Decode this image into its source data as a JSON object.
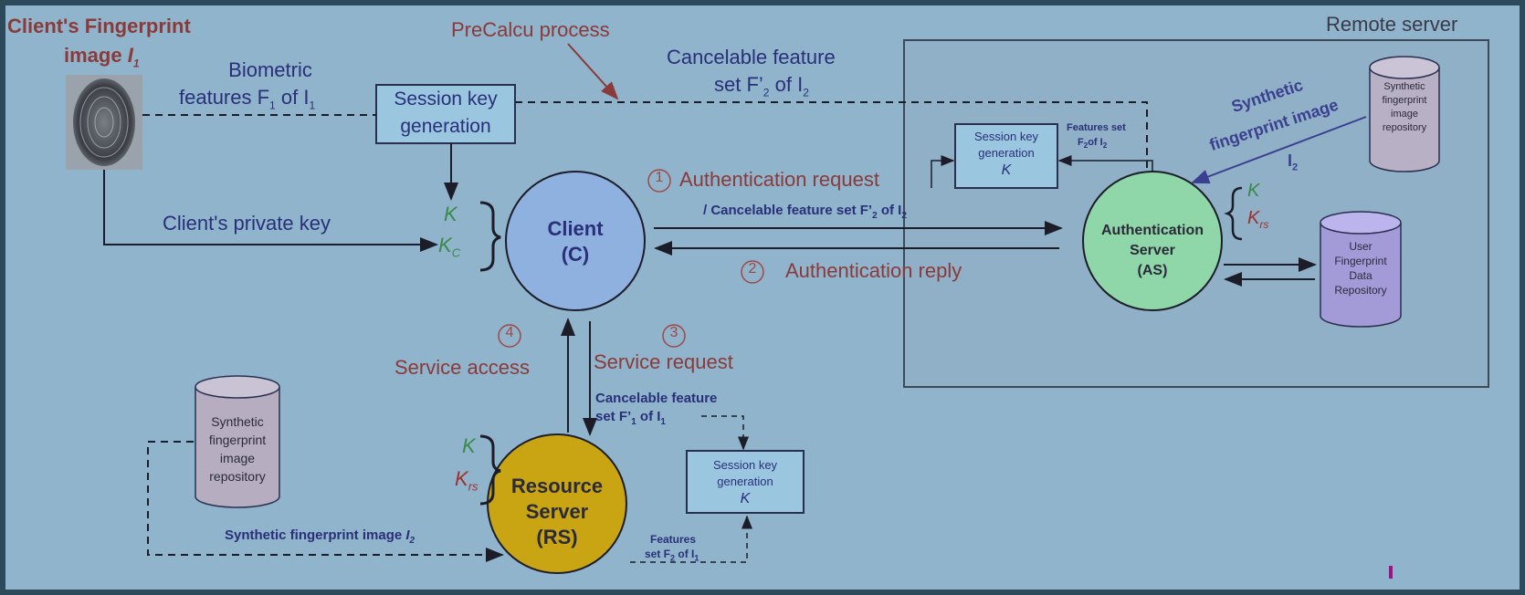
{
  "colors": {
    "background": "#8fb4cb",
    "frame": "#2d4a5a",
    "title_red": "#8b3a3a",
    "navy": "#2a2f7a",
    "green_key": "#3a8a4a",
    "red_key": "#a03030",
    "client_fill": "#8fb1df",
    "as_fill": "#8fd6a8",
    "rs_fill": "#c9a514",
    "box_fill": "#9ac6e0"
  },
  "labels": {
    "client_fp_line1": "Client's Fingerprint",
    "client_fp_line2": "image",
    "client_fp_var": "I",
    "client_fp_sub": "1",
    "precalcu": "PreCalcu process",
    "biometric_line1": "Biometric",
    "biometric_line2": "features F",
    "biometric_line2b": "of I",
    "sub1": "1",
    "cancelable_top_line1": "Cancelable feature",
    "cancelable_top_line2": "set F’",
    "cancelable_top_line2b": "of I",
    "sub2": "2",
    "remote_server": "Remote server",
    "session_key_main_1": "Session key",
    "session_key_main_2": "generation",
    "session_key_as_1": "Session key",
    "session_key_as_2": "generation",
    "session_key_as_k": "K",
    "features_set_as_1": "Features set",
    "features_set_as_2": "F",
    "features_set_as_2b": "of I",
    "synthetic_fp_as_1": "Synthetic",
    "synthetic_fp_as_2": "fingerprint image",
    "synthetic_fp_as_i": "I",
    "syn_repo_as": [
      "Synthetic",
      "fingerprint",
      "image",
      "repository"
    ],
    "user_repo": [
      "User",
      "Fingerprint",
      "Data",
      "Repository"
    ],
    "step1_num": "1",
    "step1_text": "Authentication request",
    "step1_sub": "/ Cancelable feature set F’",
    "step1_sub_b": "of I",
    "step2_num": "2",
    "step2_text": "Authentication reply",
    "step3_num": "3",
    "step3_text": "Service request",
    "step4_num": "4",
    "step4_text": "Service access",
    "client_key": "Client's private key",
    "k": "K",
    "kc": "K",
    "kc_sub": "C",
    "krs": "K",
    "krs_sub": "rs",
    "client_line1": "Client",
    "client_line2": "(C)",
    "as_line1": "Authentication",
    "as_line2": "Server",
    "as_line3": "(AS)",
    "rs_line1": "Resource",
    "rs_line2": "Server",
    "rs_line3": "(RS)",
    "cancelable_rs_1": "Cancelable feature",
    "cancelable_rs_2": "set F’",
    "cancelable_rs_2b": "of I",
    "session_key_rs_1": "Session key",
    "session_key_rs_2": "generation",
    "session_key_rs_k": "K",
    "syn_repo_rs": [
      "Synthetic",
      "fingerprint",
      "image",
      "repository"
    ],
    "synthetic_fp_rs": "Synthetic fingerprint image",
    "synthetic_fp_rs_i": "I",
    "features_rs_1": "Features",
    "features_rs_2": "set F",
    "features_rs_2b": "of I"
  }
}
